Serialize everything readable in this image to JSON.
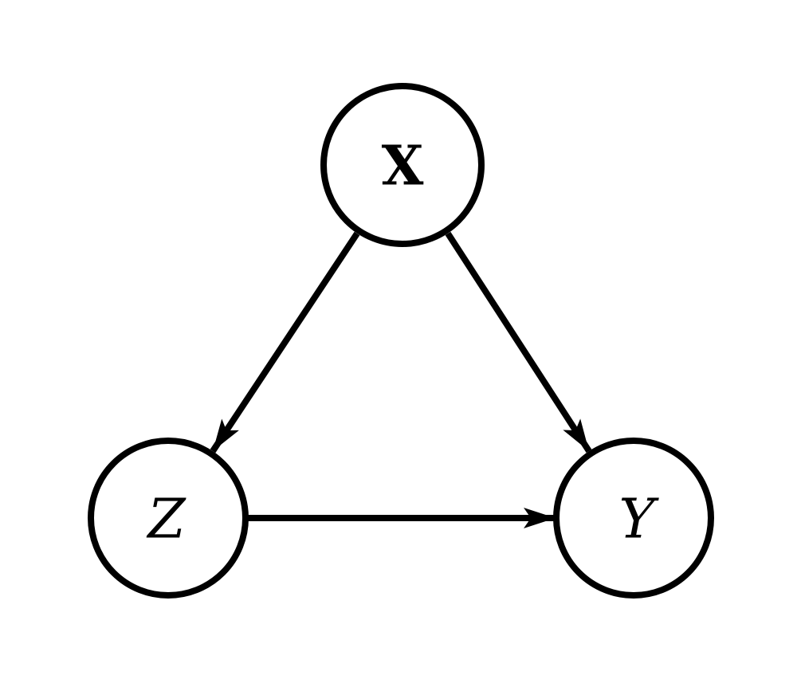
{
  "diagram": {
    "type": "directed-graph",
    "description": "Causal graph with three circular nodes and three directed arrows forming a triangle",
    "background_color": "#ffffff",
    "stroke_color": "#000000",
    "nodes": [
      {
        "id": "X",
        "label": "X",
        "position": "top-center",
        "text_style": "bold-serif"
      },
      {
        "id": "Z",
        "label": "Z",
        "position": "bottom-left",
        "text_style": "italic-serif"
      },
      {
        "id": "Y",
        "label": "Y",
        "position": "bottom-right",
        "text_style": "italic-serif"
      }
    ],
    "edges": [
      {
        "from": "X",
        "to": "Z",
        "arrow": "filled-triangle"
      },
      {
        "from": "X",
        "to": "Y",
        "arrow": "filled-triangle"
      },
      {
        "from": "Z",
        "to": "Y",
        "arrow": "filled-triangle"
      }
    ]
  }
}
